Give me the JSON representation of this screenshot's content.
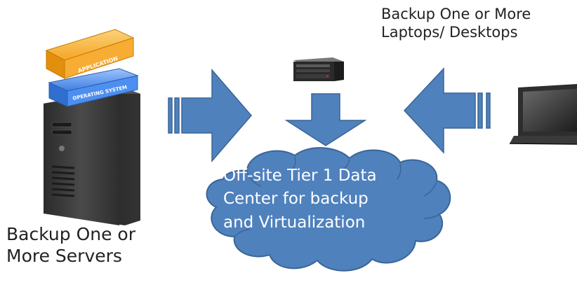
{
  "labels": {
    "laptops": [
      "Backup One or More",
      "Laptops/ Desktops"
    ],
    "servers": [
      "Backup One or",
      "More Servers"
    ],
    "cloud": [
      "Off-site Tier 1 Data",
      "Center for backup",
      "and Virtualization"
    ]
  },
  "server_stack": {
    "application": "APPLICATION",
    "operating_system": "OPERATING SYSTEM"
  },
  "colors": {
    "arrow_fill": "#4f81bd",
    "arrow_stroke": "#3a6597",
    "cloud_fill": "#4f81bd",
    "application_layer": "#f5a623",
    "os_layer": "#3f7fe0",
    "server_body": "#3a3a3a"
  },
  "icons": [
    "server-tower-icon",
    "rack-server-icon",
    "laptop-icon"
  ]
}
